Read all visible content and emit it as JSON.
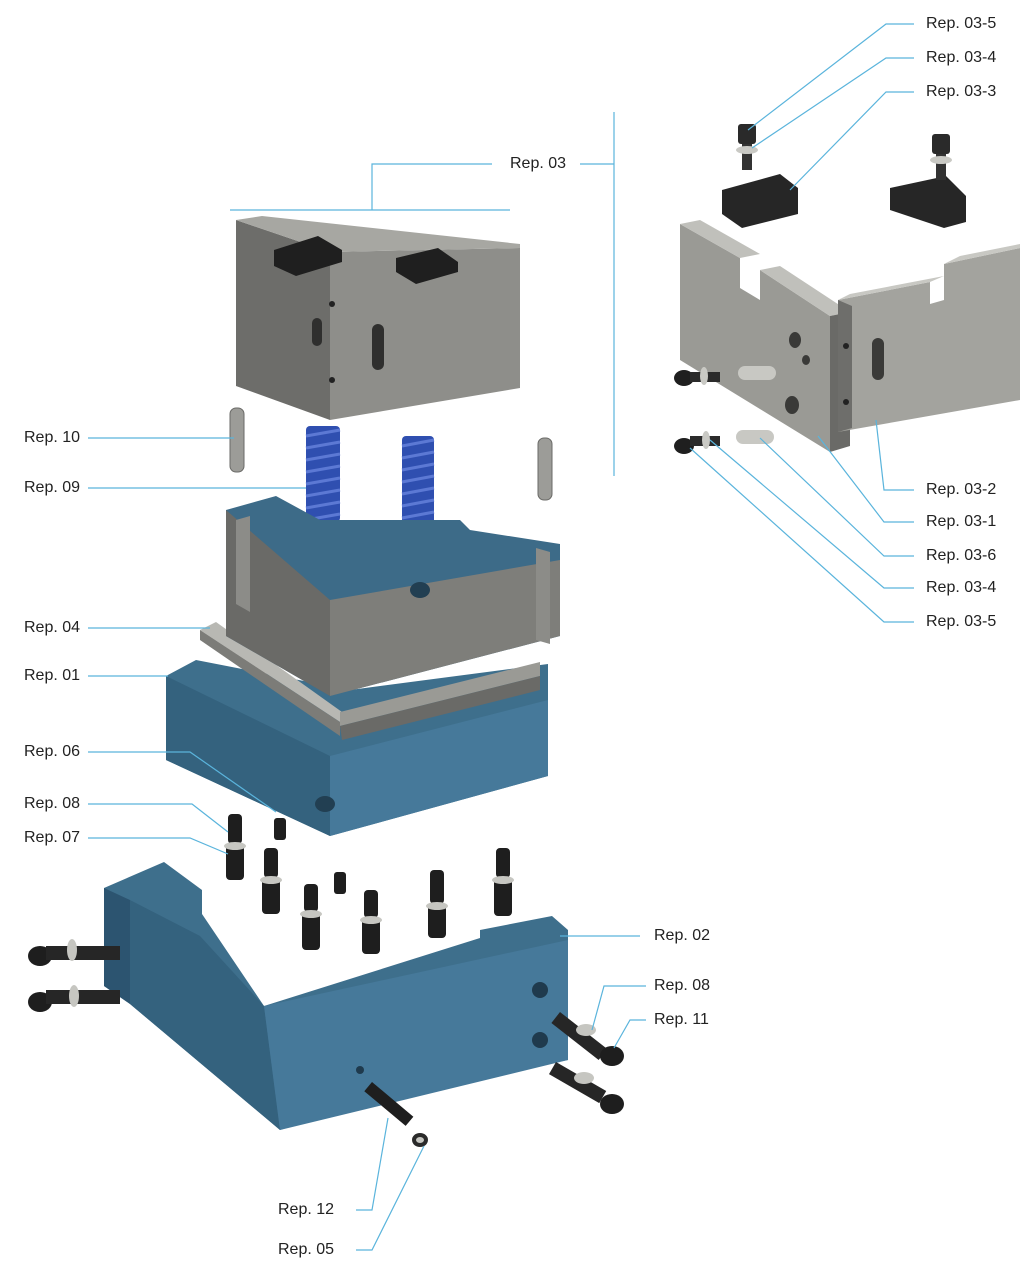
{
  "labels": {
    "rep_03_5_top": "Rep. 03-5",
    "rep_03_4_top": "Rep. 03-4",
    "rep_03_3": "Rep. 03-3",
    "rep_03": "Rep. 03",
    "rep_10": "Rep. 10",
    "rep_09": "Rep. 09",
    "rep_04": "Rep. 04",
    "rep_01": "Rep. 01",
    "rep_06": "Rep. 06",
    "rep_08_left": "Rep. 08",
    "rep_07": "Rep. 07",
    "rep_03_2": "Rep. 03-2",
    "rep_03_1": "Rep. 03-1",
    "rep_03_6": "Rep. 03-6",
    "rep_03_4_bottom": "Rep. 03-4",
    "rep_03_5_bottom": "Rep. 03-5",
    "rep_02": "Rep. 02",
    "rep_08_right": "Rep. 08",
    "rep_11": "Rep. 11",
    "rep_12": "Rep. 12",
    "rep_05": "Rep. 05"
  },
  "colors": {
    "leader_line": "#5ab4dc",
    "cast_blue": "#3e6f8c",
    "cast_blue_dark": "#2c5470",
    "cast_blue_light": "#5687a3",
    "steel_gray": "#8c8c88",
    "steel_dark": "#5a5a58",
    "steel_light": "#b5b5b0",
    "spring_blue": "#2f4fb0",
    "black_part": "#1d1d1d"
  }
}
